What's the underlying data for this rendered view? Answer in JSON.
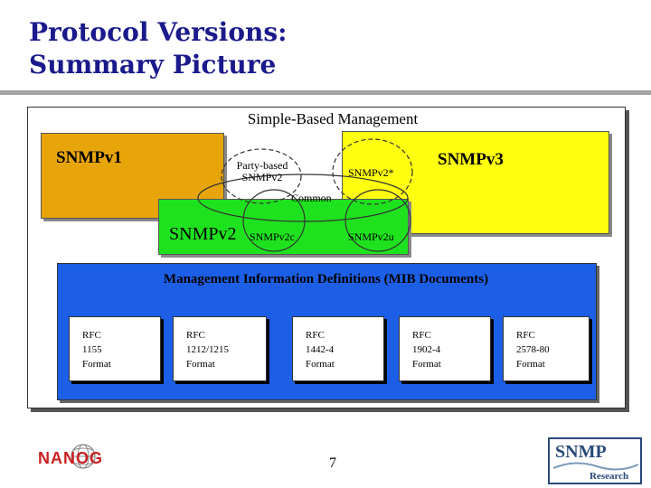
{
  "title": {
    "line1": "Protocol Versions:",
    "line2": "Summary Picture"
  },
  "diagram": {
    "simple_based_management": "Simple-Based Management",
    "snmpv1": "SNMPv1",
    "snmpv3": "SNMPv3",
    "snmpv2": "SNMPv2",
    "party_based": {
      "line1": "Party-based",
      "line2": "SNMPv2"
    },
    "snmpv2_star": "SNMPv2*",
    "common": "Common",
    "snmpv2c": "SNMPv2c",
    "snmpv2u": "SNMPv2u"
  },
  "mib": {
    "title": "Management Information Definitions (MIB Documents)",
    "rfcs": [
      {
        "text": "RFC\n1155\nFormat"
      },
      {
        "text": "RFC\n1212/1215\nFormat"
      },
      {
        "text": "RFC\n1442-4\nFormat"
      },
      {
        "text": "RFC\n1902-4\nFormat"
      },
      {
        "text": "RFC\n2578-80\nFormat"
      }
    ]
  },
  "footer": {
    "page_number": "7",
    "nanog_logo": "NANOG",
    "snmp_logo": {
      "line1": "SNMP",
      "line2": "Research"
    }
  },
  "colors": {
    "title": "#1a1a8c",
    "snmpv1": "#e8a50a",
    "snmpv3": "#ffff0f",
    "snmpv2": "#1fe21f",
    "mib": "#1c5fe6",
    "nanog_red": "#cc1f1f"
  }
}
